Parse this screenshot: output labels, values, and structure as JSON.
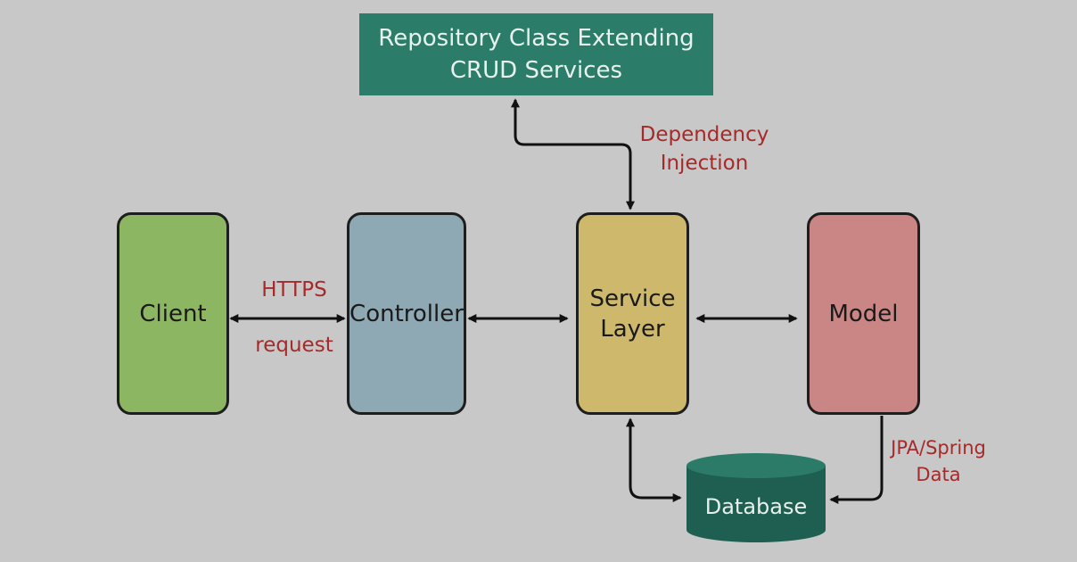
{
  "nodes": {
    "repository": "Repository Class Extending\nCRUD Services",
    "client": "Client",
    "controller": "Controller",
    "service": "Service\nLayer",
    "model": "Model",
    "database": "Database"
  },
  "edges": {
    "https": "HTTPS",
    "request": "request",
    "dependency_injection": "Dependency\nInjection",
    "jpa_spring_data": "JPA/Spring\nData"
  },
  "colors": {
    "background": "#c8c8c8",
    "client": "#8db662",
    "controller": "#8ea9b4",
    "service": "#cdb86c",
    "model": "#c98684",
    "repository": "#2b7d6a",
    "database": "#1f5f52",
    "edge_label": "#a52a2a"
  }
}
